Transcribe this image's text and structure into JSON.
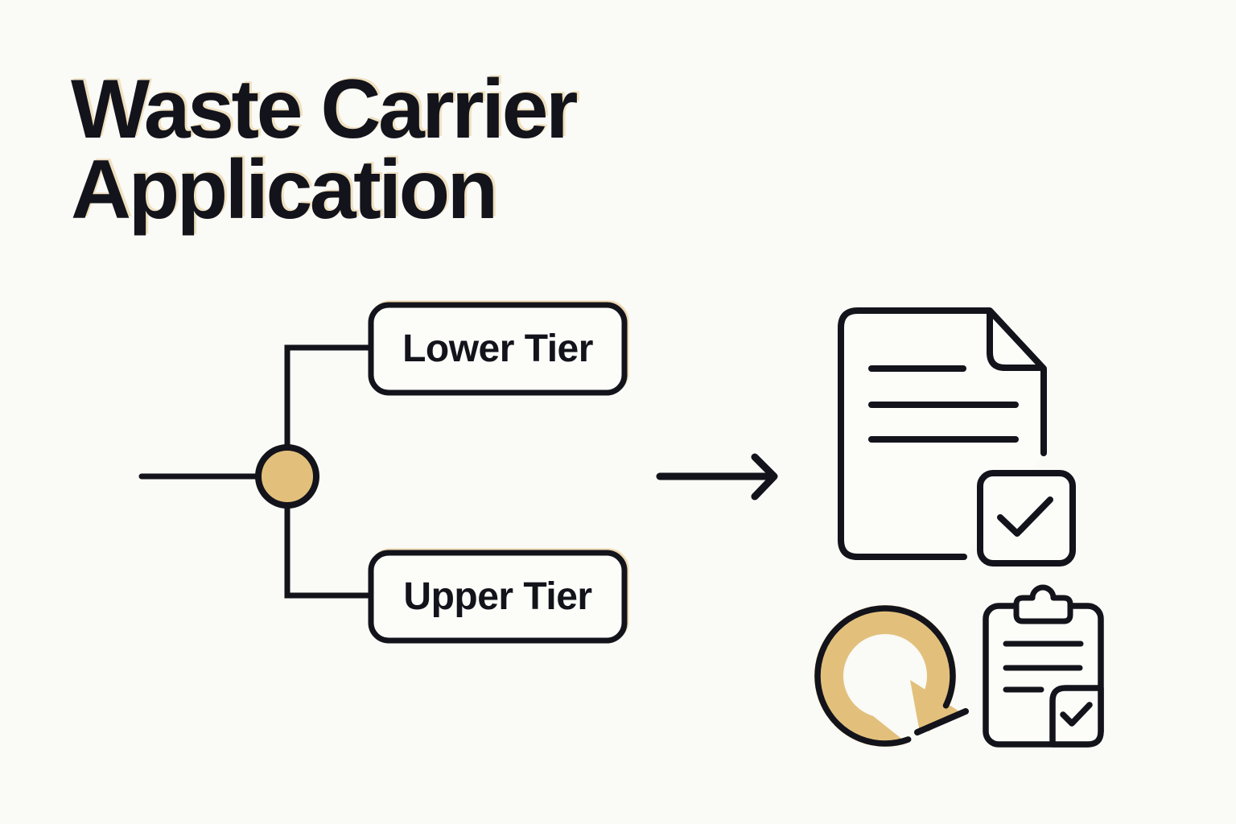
{
  "colors": {
    "background": "#FAFAF6",
    "ink": "#13131B",
    "gold": "#E2C07C",
    "card": "#FCFCF9"
  },
  "title": {
    "line1": "Waste Carrier",
    "line2": "Application"
  },
  "flow": {
    "node": {
      "name": "decision-node",
      "shape": "circle",
      "color": "#E2C07C"
    },
    "branches": [
      {
        "label": "Lower Tier"
      },
      {
        "label": "Upper Tier"
      }
    ],
    "arrow": {
      "name": "arrow-right",
      "direction": "right"
    }
  },
  "icons": [
    {
      "name": "approved-document-icon",
      "meaning": "document with folded corner, text lines and checked checkbox"
    },
    {
      "name": "renewal-cycle-icon",
      "meaning": "circular renewal arrow",
      "color": "#E2C07C"
    },
    {
      "name": "clipboard-checklist-icon",
      "meaning": "clipboard with text lines and checked box"
    }
  ]
}
